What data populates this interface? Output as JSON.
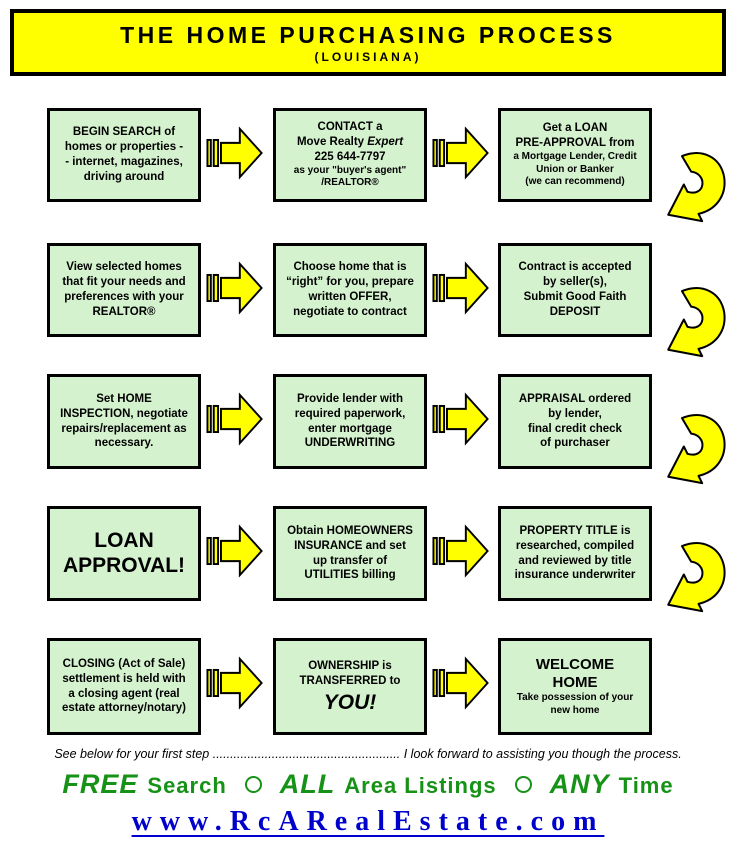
{
  "banner": {
    "title": "THE HOME PURCHASING PROCESS",
    "subtitle": "(LOUISIANA)"
  },
  "colors": {
    "banner_bg": "#FFFF00",
    "box_bg": "#D5F2CF",
    "arrow_fill": "#FFFF00",
    "arrow_outline": "#000000",
    "tagline_green": "#169216",
    "url_blue": "#0000CC"
  },
  "icons": {
    "flow_arrow": "striped-right-arrow",
    "row_wrap_arrow": "curved-down-left-arrow"
  },
  "boxes": {
    "r1c1": {
      "text": "BEGIN SEARCH of\nhomes or properties -\n- internet, magazines,\ndriving around"
    },
    "r1c2": {
      "line1": "CONTACT a",
      "line2a": "Move Realty ",
      "line2b": "Expert",
      "line3": "225 644-7797",
      "line4": "as your \"buyer's agent\"",
      "line5": "/REALTOR®"
    },
    "r1c3": {
      "big": "Get a LOAN\nPRE-APPROVAL from",
      "small": "a Mortgage Lender, Credit\nUnion  or Banker\n(we can recommend)"
    },
    "r2c1": {
      "text": "View selected homes\nthat fit your needs and\npreferences with your\nREALTOR®"
    },
    "r2c2": {
      "text": "Choose home that is\n“right” for you, prepare\nwritten OFFER,\nnegotiate to contract"
    },
    "r2c3": {
      "text": "Contract is accepted\nby seller(s),\nSubmit Good Faith\nDEPOSIT"
    },
    "r3c1": {
      "text": "Set HOME\nINSPECTION, negotiate\nrepairs/replacement as\nnecessary."
    },
    "r3c2": {
      "text": "Provide lender with\nrequired paperwork,\nenter mortgage\nUNDERWRITING"
    },
    "r3c3": {
      "text": "APPRAISAL ordered\nby lender,\nfinal credit check\nof purchaser"
    },
    "r4c1": {
      "big": "LOAN\nAPPROVAL!"
    },
    "r4c2": {
      "text": "Obtain HOMEOWNERS\nINSURANCE and set\nup transfer of\nUTILITIES billing"
    },
    "r4c3": {
      "text": "PROPERTY TITLE is\nresearched, compiled\nand reviewed by title\ninsurance underwriter"
    },
    "r5c1": {
      "text": "CLOSING (Act of Sale)\nsettlement is held with\na closing agent (real\nestate attorney/notary)"
    },
    "r5c2": {
      "normal": "OWNERSHIP is\nTRANSFERRED to",
      "big": "YOU!"
    },
    "r5c3": {
      "big": "WELCOME\nHOME",
      "small": "Take possession of your\nnew home"
    }
  },
  "footer": {
    "note_left": "See below for your first step ",
    "note_dots": "......................................................",
    "note_right": " I look forward to assisting you though the process.",
    "tagline": {
      "w1": "FREE",
      "w2": "Search",
      "w3": "ALL",
      "w4": "Area Listings",
      "w5": "ANY",
      "w6": "Time"
    },
    "url": "www.RcARealEstate.com"
  }
}
